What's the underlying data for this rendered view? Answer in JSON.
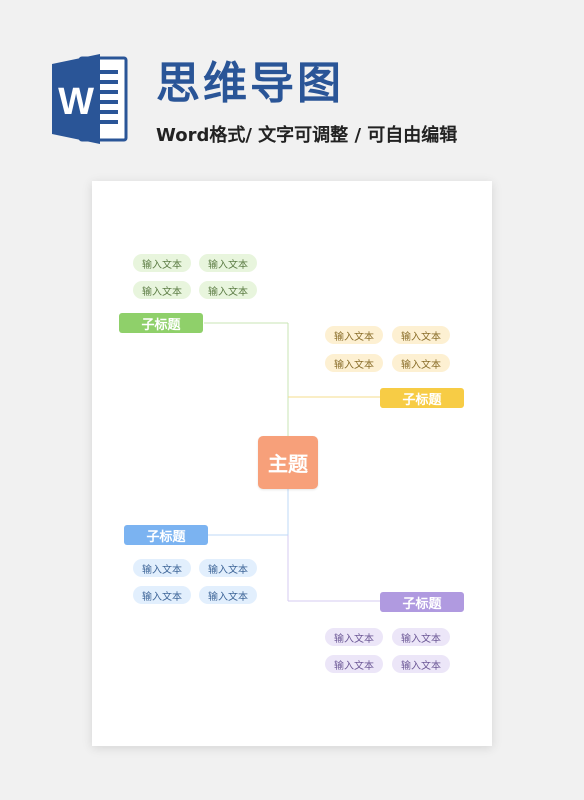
{
  "header": {
    "title": "思维导图",
    "subtitle": "Word格式/ 文字可调整 / 可自由编辑",
    "logo_letter": "W"
  },
  "colors": {
    "title": "#2a5597",
    "center": "#f7a07a",
    "green": "#8fd06a",
    "yellow": "#f7cc45",
    "blue": "#7bb3f1",
    "purple": "#b09ae0"
  },
  "mindmap": {
    "center": "主题",
    "branches": [
      {
        "label": "子标题",
        "items": [
          "输入文本",
          "输入文本",
          "输入文本",
          "输入文本"
        ]
      },
      {
        "label": "子标题",
        "items": [
          "输入文本",
          "输入文本",
          "输入文本",
          "输入文本"
        ]
      },
      {
        "label": "子标题",
        "items": [
          "输入文本",
          "输入文本",
          "输入文本",
          "输入文本"
        ]
      },
      {
        "label": "子标题",
        "items": [
          "输入文本",
          "输入文本",
          "输入文本",
          "输入文本"
        ]
      }
    ]
  }
}
